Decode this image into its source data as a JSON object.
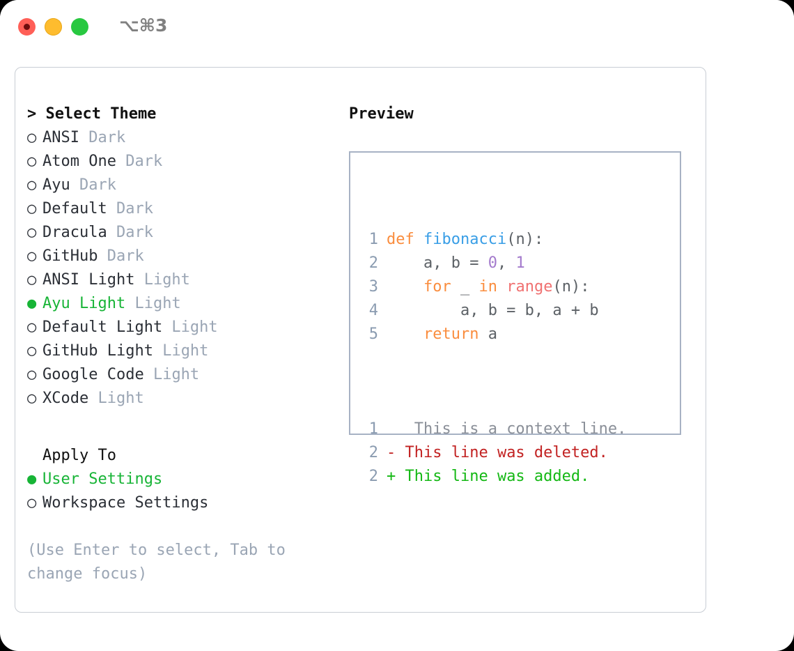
{
  "titlebar": {
    "shortcut": "⌥⌘3",
    "lights": [
      {
        "name": "close",
        "color": "#ff5f57"
      },
      {
        "name": "minimize",
        "color": "#febc2e"
      },
      {
        "name": "zoom",
        "color": "#28c840"
      }
    ]
  },
  "theme_list": {
    "header": "> Select Theme",
    "items": [
      {
        "bullet": "○",
        "label": "ANSI",
        "tag": "Dark",
        "selected": false
      },
      {
        "bullet": "○",
        "label": "Atom One",
        "tag": "Dark",
        "selected": false
      },
      {
        "bullet": "○",
        "label": "Ayu",
        "tag": "Dark",
        "selected": false
      },
      {
        "bullet": "○",
        "label": "Default",
        "tag": "Dark",
        "selected": false
      },
      {
        "bullet": "○",
        "label": "Dracula",
        "tag": "Dark",
        "selected": false
      },
      {
        "bullet": "○",
        "label": "GitHub",
        "tag": "Dark",
        "selected": false
      },
      {
        "bullet": "○",
        "label": "ANSI Light",
        "tag": "Light",
        "selected": false
      },
      {
        "bullet": "●",
        "label": "Ayu Light",
        "tag": "Light",
        "selected": true
      },
      {
        "bullet": "○",
        "label": "Default Light",
        "tag": "Light",
        "selected": false
      },
      {
        "bullet": "○",
        "label": "GitHub Light",
        "tag": "Light",
        "selected": false
      },
      {
        "bullet": "○",
        "label": "Google Code",
        "tag": "Light",
        "selected": false
      },
      {
        "bullet": "○",
        "label": "XCode",
        "tag": "Light",
        "selected": false
      }
    ]
  },
  "apply_to": {
    "header": "Apply To",
    "items": [
      {
        "bullet": "●",
        "label": "User Settings",
        "selected": true
      },
      {
        "bullet": "○",
        "label": "Workspace Settings",
        "selected": false
      }
    ]
  },
  "hint": "(Use Enter to select, Tab to change focus)",
  "preview": {
    "title": "Preview",
    "code_lines": [
      {
        "n": "1",
        "tokens": [
          {
            "t": "def",
            "c": "kw"
          },
          {
            "t": " ",
            "c": "pn"
          },
          {
            "t": "fibonacci",
            "c": "fn"
          },
          {
            "t": "(",
            "c": "pn"
          },
          {
            "t": "n",
            "c": "id"
          },
          {
            "t": "):",
            "c": "pn"
          }
        ]
      },
      {
        "n": "2",
        "tokens": [
          {
            "t": "    a, b = ",
            "c": "id"
          },
          {
            "t": "0",
            "c": "num"
          },
          {
            "t": ", ",
            "c": "id"
          },
          {
            "t": "1",
            "c": "num"
          }
        ]
      },
      {
        "n": "3",
        "tokens": [
          {
            "t": "    ",
            "c": "id"
          },
          {
            "t": "for",
            "c": "kw"
          },
          {
            "t": " _ ",
            "c": "id"
          },
          {
            "t": "in",
            "c": "kw"
          },
          {
            "t": " ",
            "c": "id"
          },
          {
            "t": "range",
            "c": "bi"
          },
          {
            "t": "(n):",
            "c": "pn"
          }
        ]
      },
      {
        "n": "4",
        "tokens": [
          {
            "t": "        a, b = b, a + b",
            "c": "id"
          }
        ]
      },
      {
        "n": "5",
        "tokens": [
          {
            "t": "    ",
            "c": "id"
          },
          {
            "t": "return",
            "c": "kw"
          },
          {
            "t": " a",
            "c": "id"
          }
        ]
      }
    ],
    "diff_lines": [
      {
        "n": "1",
        "marker": " ",
        "text": "  This is a context line.",
        "kind": "ctx"
      },
      {
        "n": "2",
        "marker": "-",
        "text": " This line was deleted.",
        "kind": "del"
      },
      {
        "n": "2",
        "marker": "+",
        "text": " This line was added.",
        "kind": "add"
      }
    ]
  },
  "colors": {
    "accent_green": "#17b436",
    "tag_gray": "#9aa5b4",
    "keyword_orange": "#fa8d3e",
    "function_blue": "#399ee6",
    "number_purple": "#a37acc",
    "builtin_red": "#f07171",
    "identifier": "#5c6166",
    "line_number": "#8a9bb0",
    "diff_add": "#14b814",
    "diff_del": "#c22222",
    "panel_border": "#c8cdd4",
    "preview_border": "#a7b2c4"
  }
}
